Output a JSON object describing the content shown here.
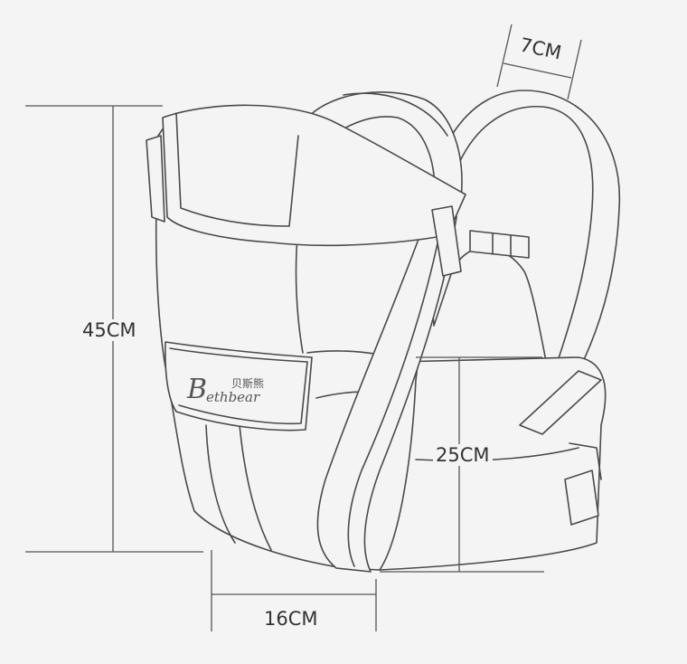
{
  "dimensions": {
    "height": "45CM",
    "width": "16CM",
    "waist": "25CM",
    "strap": "7CM"
  },
  "logo": {
    "latin": "Bethbear",
    "chinese": "贝斯熊"
  },
  "colors": {
    "background": "#f4f4f4",
    "line": "#4a4a4a"
  }
}
